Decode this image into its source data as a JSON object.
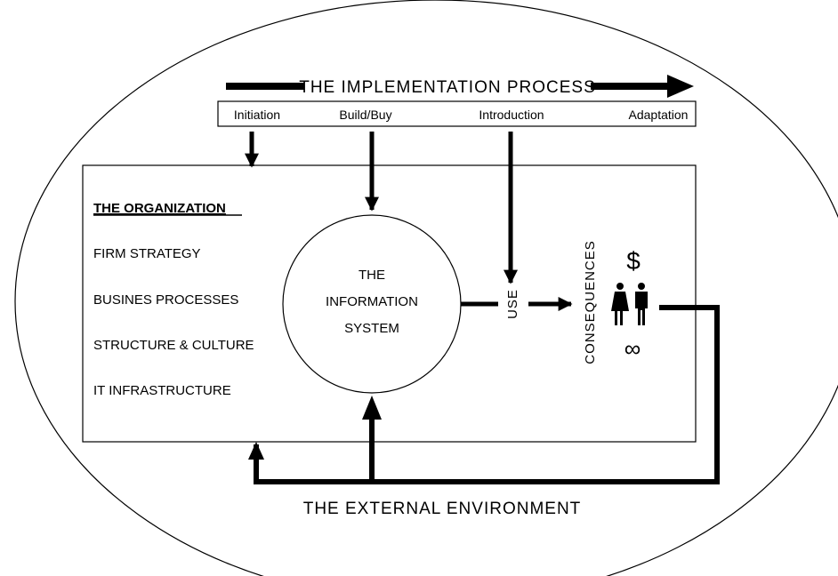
{
  "implementation": {
    "title": "THE IMPLEMENTATION PROCESS",
    "phases": [
      "Initiation",
      "Build/Buy",
      "Introduction",
      "Adaptation"
    ]
  },
  "organization": {
    "heading": "THE ORGANIZATION",
    "items": [
      "FIRM STRATEGY",
      "BUSINES PROCESSES",
      "STRUCTURE & CULTURE",
      "IT INFRASTRUCTURE"
    ]
  },
  "information_system": {
    "lines": [
      "THE",
      "INFORMATION",
      "SYSTEM"
    ]
  },
  "use_label": "USE",
  "consequences": {
    "label": "CONSEQUENCES",
    "dollar_symbol": "$",
    "infinity_symbol": "∞",
    "people_icon": "man-woman-icon"
  },
  "environment_label": "THE EXTERNAL ENVIRONMENT"
}
